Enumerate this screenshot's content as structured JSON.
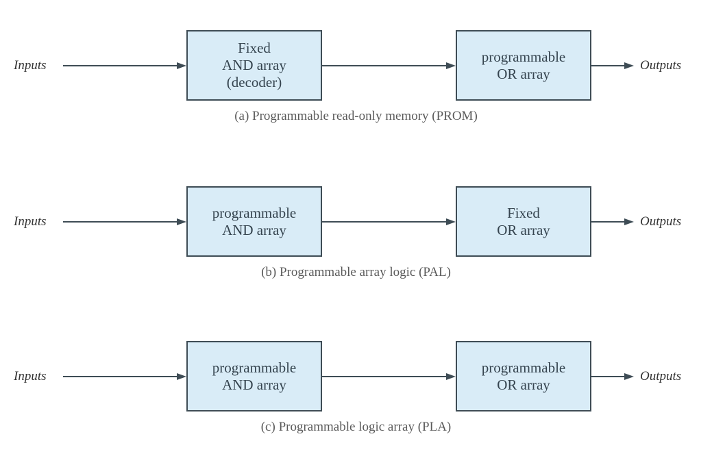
{
  "colors": {
    "background": "#ffffff",
    "box_fill": "#d9ecf7",
    "box_border": "#3e4c55",
    "line": "#3e4c55",
    "box_text": "#35444f",
    "io_text": "#333333",
    "caption_text": "#5a5a5a"
  },
  "rows": [
    {
      "input_label": "Inputs",
      "output_label": "Outputs",
      "boxes": [
        {
          "lines": [
            "Fixed",
            "AND array",
            "(decoder)"
          ]
        },
        {
          "lines": [
            "programmable",
            "OR array"
          ]
        }
      ],
      "caption": "(a) Programmable read-only memory (PROM)"
    },
    {
      "input_label": "Inputs",
      "output_label": "Outputs",
      "boxes": [
        {
          "lines": [
            "programmable",
            "AND array"
          ]
        },
        {
          "lines": [
            "Fixed",
            "OR array"
          ]
        }
      ],
      "caption": "(b) Programmable array logic (PAL)"
    },
    {
      "input_label": "Inputs",
      "output_label": "Outputs",
      "boxes": [
        {
          "lines": [
            "programmable",
            "AND array"
          ]
        },
        {
          "lines": [
            "programmable",
            "OR array"
          ]
        }
      ],
      "caption": "(c) Programmable logic array (PLA)"
    }
  ]
}
